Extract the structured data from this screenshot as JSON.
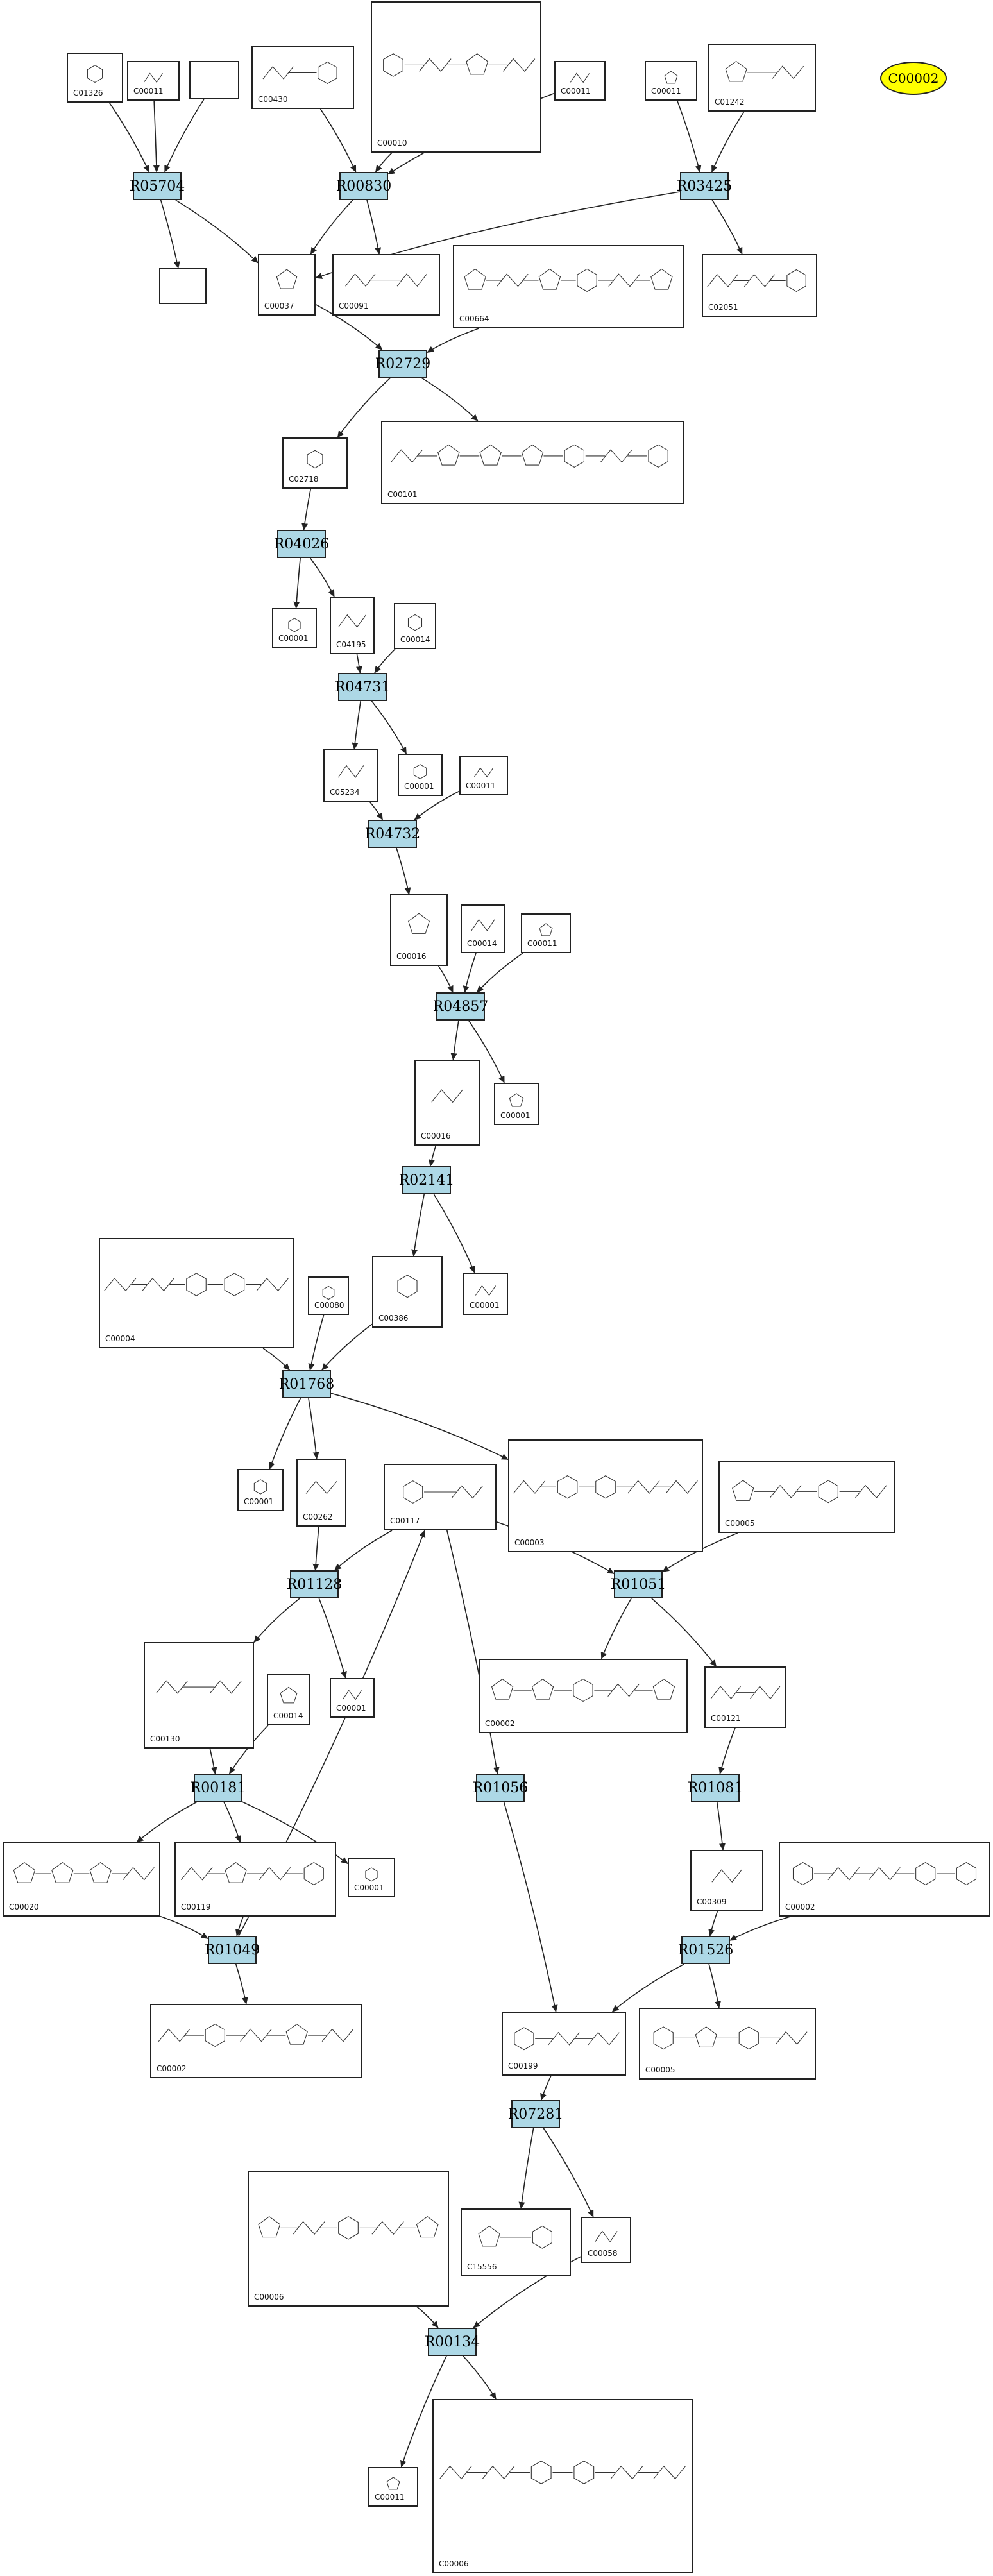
{
  "reactions": [
    "R05704",
    "R00830",
    "R03425",
    "R02729",
    "R04026",
    "R04731",
    "R04732",
    "R04857",
    "R02141",
    "R01768",
    "R01128",
    "R01051",
    "R00181",
    "R01056",
    "R01081",
    "R01049",
    "R01526",
    "R07281",
    "R00134"
  ],
  "compounds": [
    "C01326",
    "C00011",
    "C00430",
    "C00010",
    "C01242",
    "C00037",
    "C00091",
    "C00664",
    "C02051",
    "C02718",
    "C00101",
    "C00001",
    "C04195",
    "C00014",
    "C05234",
    "C00016",
    "C00386",
    "C00004",
    "C00080",
    "C00262",
    "C00117",
    "C00003",
    "C00005",
    "C00130",
    "C00002",
    "C00121",
    "C00020",
    "C00119",
    "C00309",
    "C00199",
    "C15556",
    "C00058",
    "C00006"
  ],
  "highlight": {
    "label": "C00002",
    "color": "#ffff00"
  },
  "colors": {
    "reaction_fill": "#add8e6",
    "edge": "#222222"
  }
}
